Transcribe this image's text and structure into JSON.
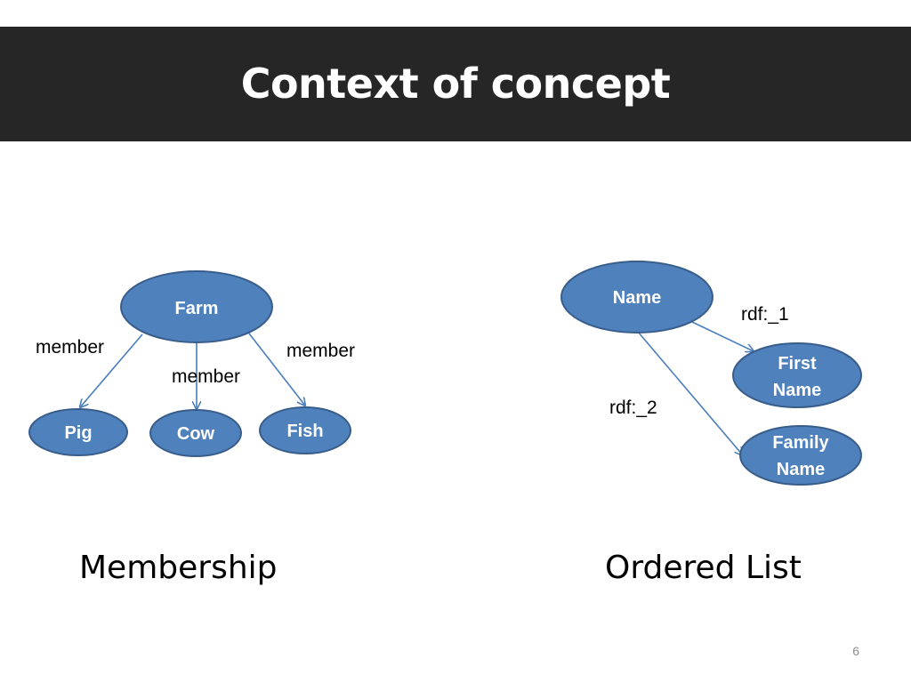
{
  "slide": {
    "title": "Context of concept",
    "page_number": "6"
  },
  "membership": {
    "caption": "Membership",
    "root": "Farm",
    "children": [
      "Pig",
      "Cow",
      "Fish"
    ],
    "edge_labels": [
      "member",
      "member",
      "member"
    ]
  },
  "ordered_list": {
    "caption": "Ordered List",
    "root": "Name",
    "items": [
      {
        "line1": "First",
        "line2": "Name"
      },
      {
        "line1": "Family",
        "line2": "Name"
      }
    ],
    "edge_labels": [
      "rdf:_1",
      "rdf:_2"
    ]
  },
  "colors": {
    "title_bar": "#262626",
    "node_fill": "#4f81bd",
    "node_stroke": "#385d8a",
    "edge": "#4a7ebb"
  }
}
